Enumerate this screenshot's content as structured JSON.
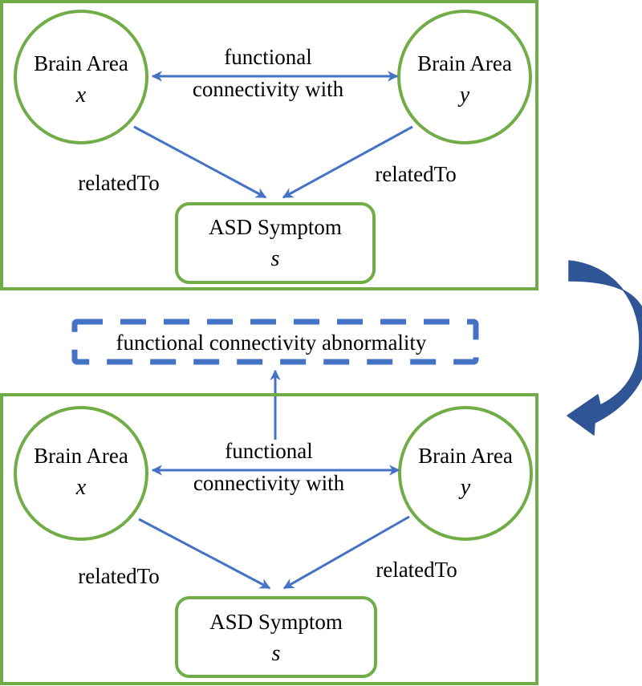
{
  "colors": {
    "frame_green": "#70ad47",
    "arrow_blue": "#4472c4",
    "curved_arrow_blue": "#2f5597",
    "dashed_box_blue": "#4472c4"
  },
  "panels": [
    {
      "node_x": {
        "title": "Brain Area",
        "var": "x"
      },
      "node_y": {
        "title": "Brain Area",
        "var": "y"
      },
      "edge_label_line1": "functional",
      "edge_label_line2": "connectivity with",
      "related_left": "relatedTo",
      "related_right": "relatedTo",
      "symptom": {
        "title": "ASD Symptom",
        "var": "s"
      }
    },
    {
      "node_x": {
        "title": "Brain Area",
        "var": "x"
      },
      "node_y": {
        "title": "Brain Area",
        "var": "y"
      },
      "edge_label_line1": "functional",
      "edge_label_line2": "connectivity with",
      "related_left": "relatedTo",
      "related_right": "relatedTo",
      "symptom": {
        "title": "ASD Symptom",
        "var": "s"
      }
    }
  ],
  "abnormality_label": "functional connectivity abnormality"
}
